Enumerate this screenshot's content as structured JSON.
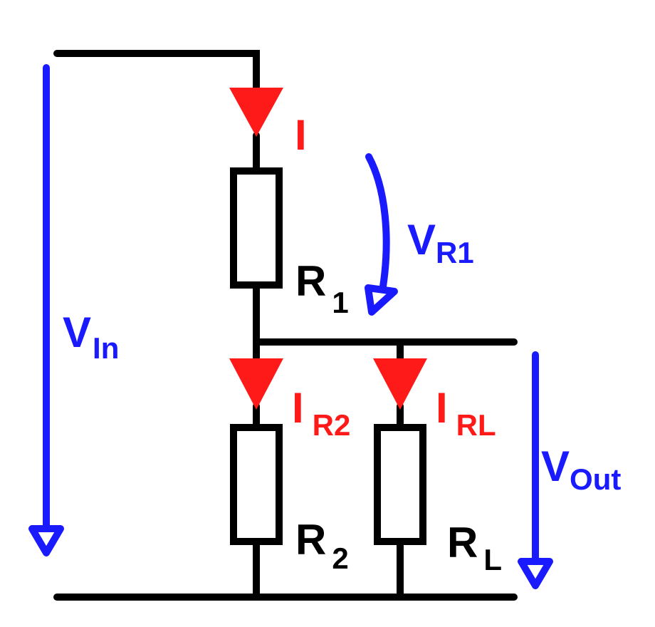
{
  "components": {
    "r1": {
      "symbol": "R",
      "sub": "1"
    },
    "r2": {
      "symbol": "R",
      "sub": "2"
    },
    "rl": {
      "symbol": "R",
      "sub": "L"
    }
  },
  "currents": {
    "i_total": {
      "symbol": "I"
    },
    "i_r2": {
      "symbol": "I",
      "sub": "R2"
    },
    "i_rl": {
      "symbol": "I",
      "sub": "RL"
    }
  },
  "voltages": {
    "v_in": {
      "symbol": "V",
      "sub": "In"
    },
    "v_r1": {
      "symbol": "V",
      "sub": "R1"
    },
    "v_out": {
      "symbol": "V",
      "sub": "Out"
    }
  },
  "colors": {
    "wire": "#000000",
    "current": "#ff1a1a",
    "voltage": "#1a1aff"
  }
}
